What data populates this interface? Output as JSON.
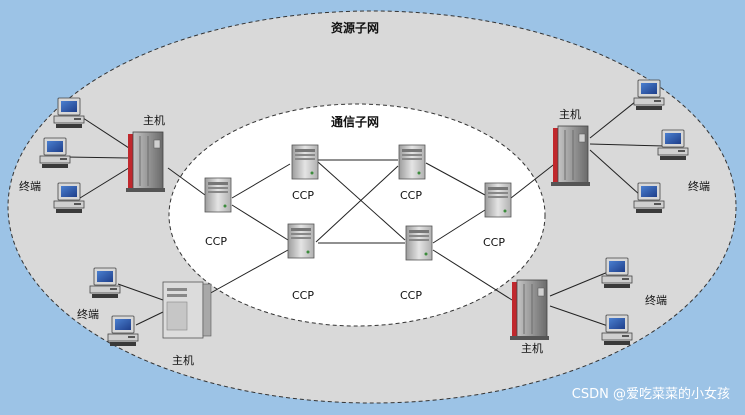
{
  "diagram": {
    "outer_title": "资源子网",
    "inner_title": "通信子网",
    "labels": {
      "host": "主机",
      "terminal": "终端",
      "ccp": "CCP"
    },
    "watermark": "CSDN @爱吃菜菜的小女孩",
    "colors": {
      "background": "#9cc3e6",
      "outer_ellipse": "#d9d9d9",
      "inner_ellipse": "#ffffff",
      "host_accent": "#c0282d"
    }
  }
}
